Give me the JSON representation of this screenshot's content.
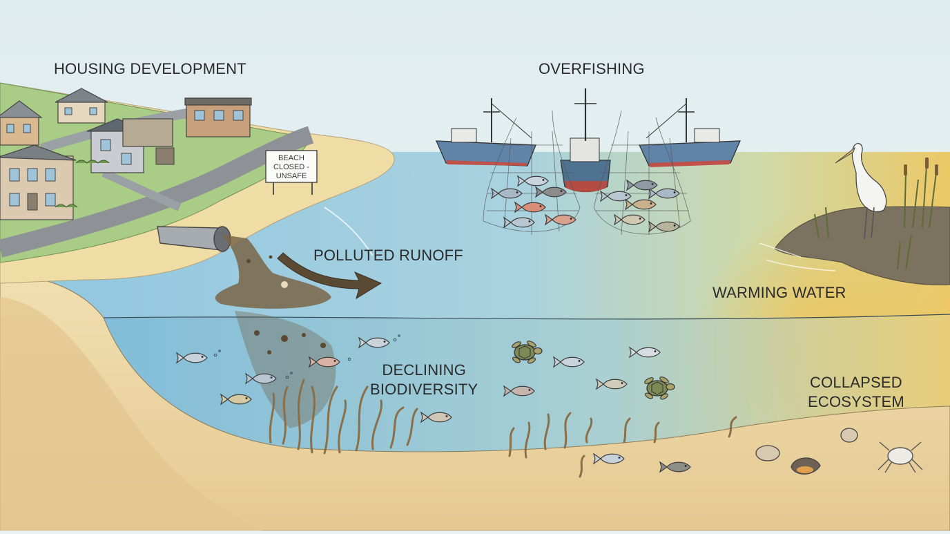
{
  "labels": {
    "housing": "HOUSING DEVELOPMENT",
    "overfishing": "OVERFISHING",
    "runoff": "POLLUTED RUNOFF",
    "warming": "WARMING WATER",
    "biodiversity_line1": "DECLINING",
    "biodiversity_line2": "BIODIVERSITY",
    "ecosystem_line1": "COLLAPSED",
    "ecosystem_line2": "ECOSYSTEM"
  },
  "sign": {
    "line1": "BEACH",
    "line2": "CLOSED -",
    "line3": "UNSAFE"
  },
  "colors": {
    "sky": "#e6f0f2",
    "water_shallow": "#a9d3e6",
    "water_deep": "#8cc3dd",
    "warm_water": "#e9c866",
    "sand": "#edd9a8",
    "sediment": "#6d5a3e",
    "grass": "#9cc47a",
    "road": "#8e9296"
  }
}
